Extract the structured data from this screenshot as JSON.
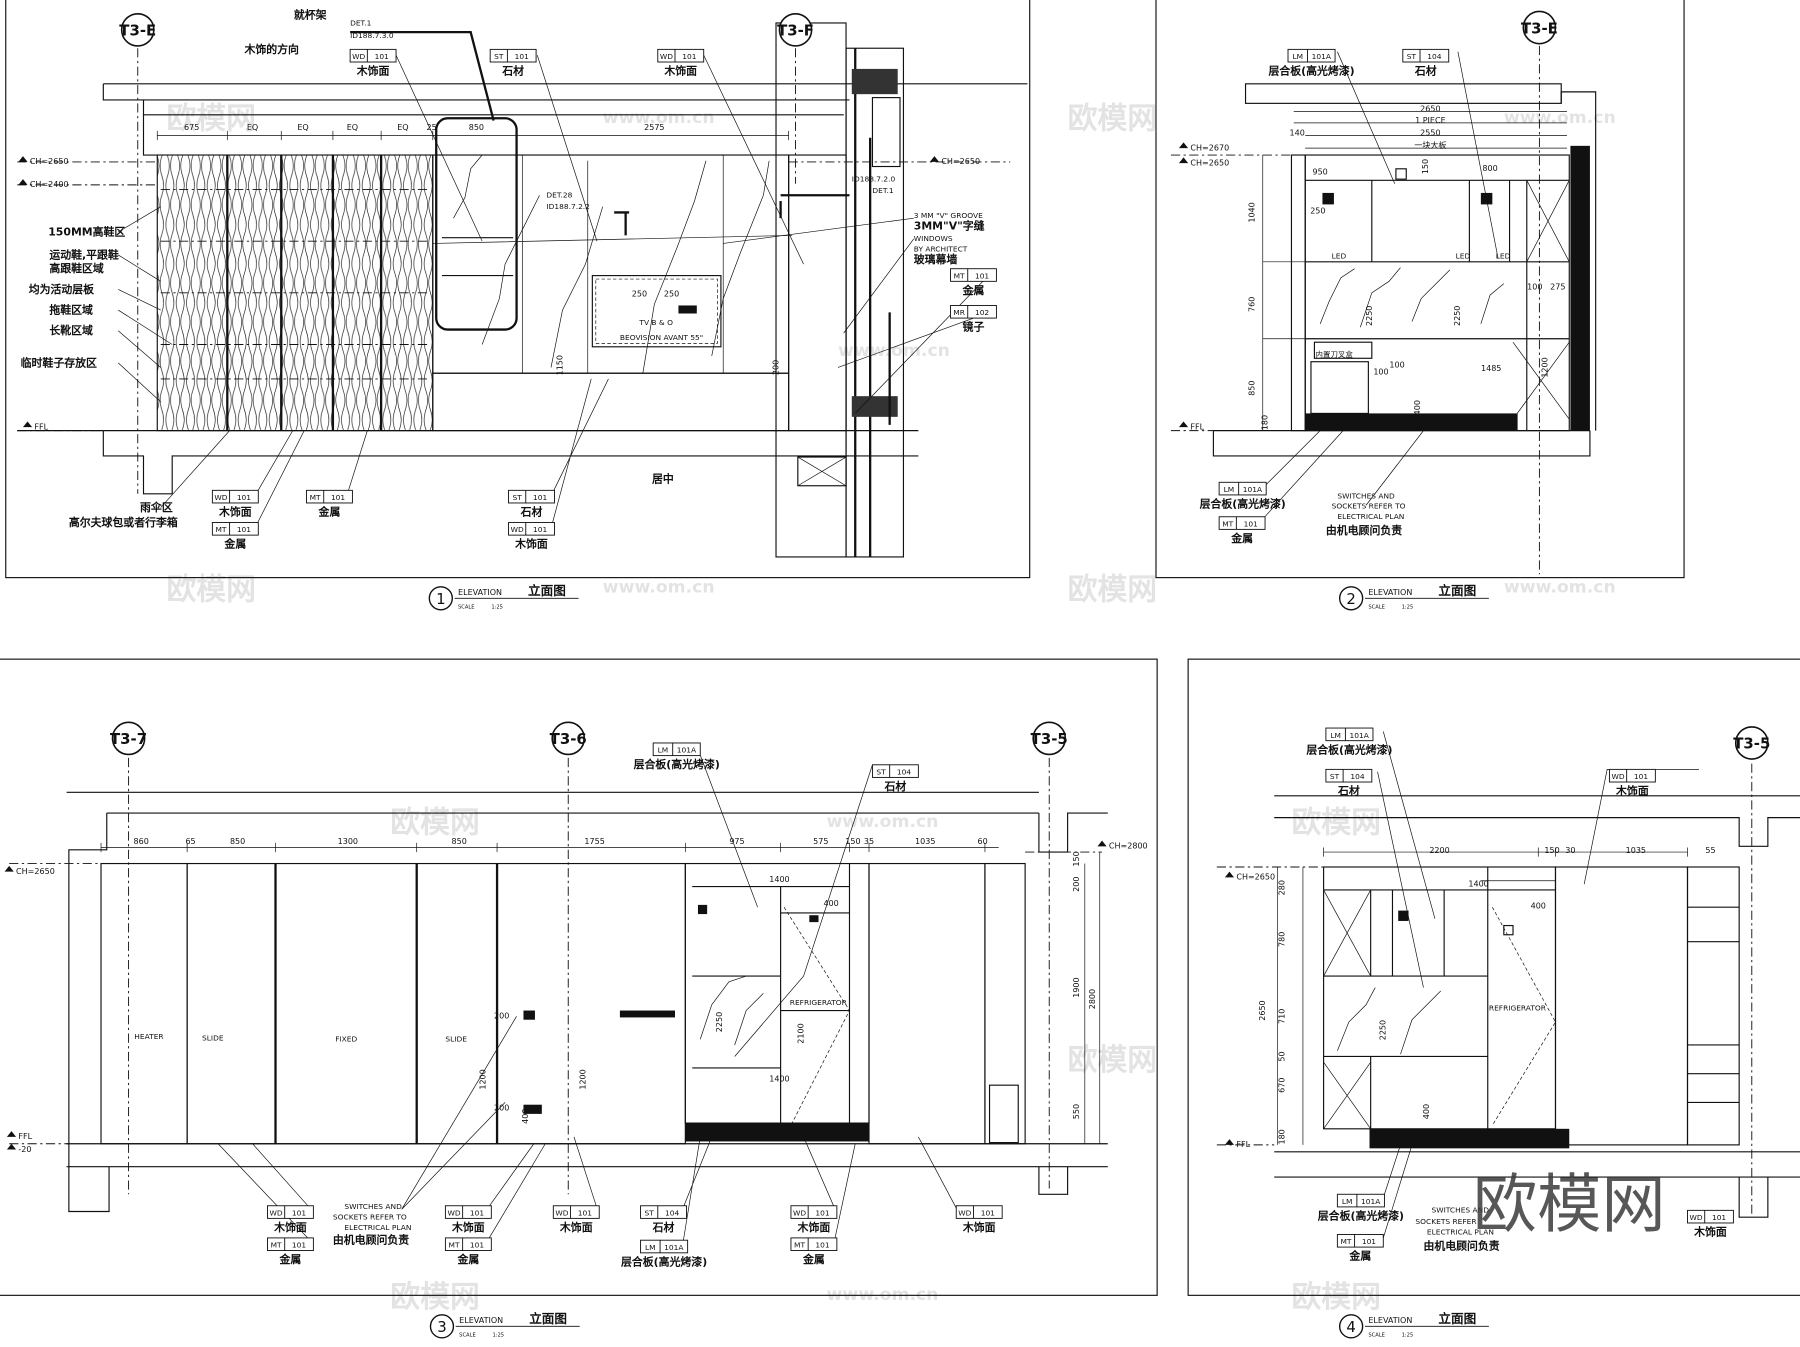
{
  "watermark": {
    "brand": "欧模网",
    "site": "www.om.cn"
  },
  "panels": {
    "p1": {
      "title": {
        "number": "1",
        "label": "ELEVATION",
        "label_cn": "立面图",
        "scale_label": "SCALE",
        "scale": "1:25"
      },
      "grid": [
        "T3-E",
        "T3-F"
      ],
      "levels": [
        "CH=2650",
        "CH=2400",
        "FFL",
        "CH=2650"
      ],
      "dims": [
        "675",
        "EQ",
        "EQ",
        "EQ",
        "EQ",
        "25",
        "850",
        "2575",
        "250",
        "250",
        "1150",
        "200"
      ],
      "notes": [
        "就杯架",
        "木饰的方向",
        "DET.1",
        "ID188.7.3.0",
        "DET.28",
        "ID188.7.2.2",
        "ID188.7.2.0",
        "DET.1",
        "3 MM \"V\" GROOVE",
        "3MM\"V\"字缝",
        "WINDOWS",
        "BY ARCHITECT",
        "玻璃幕墙",
        "TV B & O",
        "BEOVISION AVANT 55\"",
        "居中",
        "150MM高鞋区",
        "运动鞋,平跟鞋",
        "高跟鞋区域",
        "均为活动层板",
        "拖鞋区域",
        "长靴区域",
        "临时鞋子存放区",
        "雨伞区",
        "高尔夫球包或者行李箱"
      ],
      "tags": [
        {
          "code": "WD",
          "num": "101",
          "label": "木饰面"
        },
        {
          "code": "ST",
          "num": "101",
          "label": "石材"
        },
        {
          "code": "WD",
          "num": "101",
          "label": "木饰面"
        },
        {
          "code": "MT",
          "num": "101",
          "label": "金属"
        },
        {
          "code": "MR",
          "num": "102",
          "label": "镜子"
        },
        {
          "code": "WD",
          "num": "101",
          "label": "木饰面"
        },
        {
          "code": "MT",
          "num": "101",
          "label": "金属"
        },
        {
          "code": "MT",
          "num": "101",
          "label": "金属"
        },
        {
          "code": "ST",
          "num": "101",
          "label": "石材"
        },
        {
          "code": "WD",
          "num": "101",
          "label": "木饰面"
        }
      ]
    },
    "p2": {
      "title": {
        "number": "2",
        "label": "ELEVATION",
        "label_cn": "立面图",
        "scale_label": "SCALE",
        "scale": "1:25"
      },
      "grid": [
        "T3-E"
      ],
      "levels": [
        "CH=2670",
        "CH=2650",
        "FFL"
      ],
      "dims": [
        "2650",
        "1 PIECE",
        "2550",
        "一块大板",
        "140",
        "950",
        "150",
        "800",
        "250",
        "1040",
        "760",
        "850",
        "180",
        "100",
        "275",
        "2250",
        "2250",
        "100",
        "100",
        "1485",
        "400",
        "1200"
      ],
      "notes": [
        "内置刀叉盒",
        "LED",
        "LED",
        "LED",
        "SWITCHES AND",
        "SOCKETS REFER TO",
        "ELECTRICAL PLAN",
        "由机电顾问负责"
      ],
      "tags": [
        {
          "code": "LM",
          "num": "101A",
          "label": "层合板(高光烤漆)"
        },
        {
          "code": "ST",
          "num": "104",
          "label": "石材"
        },
        {
          "code": "LM",
          "num": "101A",
          "label": "层合板(高光烤漆)"
        },
        {
          "code": "MT",
          "num": "101",
          "label": "金属"
        }
      ]
    },
    "p3": {
      "title": {
        "number": "3",
        "label": "ELEVATION",
        "label_cn": "立面图",
        "scale_label": "SCALE",
        "scale": "1:25"
      },
      "grid": [
        "T3-7",
        "T3-6",
        "T3-5"
      ],
      "levels": [
        "CH=2650",
        "FFL",
        "-20",
        "CH=2800"
      ],
      "dims": [
        "860",
        "65",
        "850",
        "1300",
        "850",
        "1755",
        "975",
        "575",
        "150",
        "35",
        "1035",
        "60",
        "1400",
        "400",
        "1400",
        "2250",
        "2100",
        "1200",
        "1200",
        "200",
        "200",
        "400",
        "150",
        "200",
        "1900",
        "2800",
        "550"
      ],
      "notes": [
        "HEATER",
        "SLIDE",
        "FIXED",
        "SLIDE",
        "REFRIGERATOR",
        "SWITCHES AND",
        "SOCKETS REFER TO",
        "ELECTRICAL PLAN",
        "由机电顾问负责"
      ],
      "tags": [
        {
          "code": "LM",
          "num": "101A",
          "label": "层合板(高光烤漆)"
        },
        {
          "code": "ST",
          "num": "104",
          "label": "石材"
        },
        {
          "code": "WD",
          "num": "101",
          "label": "木饰面"
        },
        {
          "code": "MT",
          "num": "101",
          "label": "金属"
        },
        {
          "code": "WD",
          "num": "101",
          "label": "木饰面"
        },
        {
          "code": "MT",
          "num": "101",
          "label": "金属"
        },
        {
          "code": "WD",
          "num": "101",
          "label": "木饰面"
        },
        {
          "code": "ST",
          "num": "104",
          "label": "石材"
        },
        {
          "code": "LM",
          "num": "101A",
          "label": "层合板(高光烤漆)"
        },
        {
          "code": "WD",
          "num": "101",
          "label": "木饰面"
        },
        {
          "code": "MT",
          "num": "101",
          "label": "金属"
        },
        {
          "code": "WD",
          "num": "101",
          "label": "木饰面"
        }
      ]
    },
    "p4": {
      "title": {
        "number": "4",
        "label": "ELEVATION",
        "label_cn": "立面图",
        "scale_label": "SCALE",
        "scale": "1:25"
      },
      "grid": [
        "T3-5"
      ],
      "levels": [
        "CH=2650",
        "FFL"
      ],
      "dims": [
        "2200",
        "150",
        "30",
        "1035",
        "55",
        "1400",
        "400",
        "280",
        "780",
        "710",
        "50",
        "670",
        "180",
        "2650",
        "2250",
        "400"
      ],
      "notes": [
        "REFRIGERATOR",
        "SWITCHES AND",
        "SOCKETS REFER",
        "ELECTRICAL PLAN",
        "由机电顾问负责"
      ],
      "tags": [
        {
          "code": "LM",
          "num": "101A",
          "label": "层合板(高光烤漆)"
        },
        {
          "code": "ST",
          "num": "104",
          "label": "石材"
        },
        {
          "code": "WD",
          "num": "101",
          "label": "木饰面"
        },
        {
          "code": "LM",
          "num": "101A",
          "label": "层合板(高光烤漆)"
        },
        {
          "code": "MT",
          "num": "101",
          "label": "金属"
        },
        {
          "code": "WD",
          "num": "101",
          "label": "木饰面"
        }
      ]
    }
  }
}
